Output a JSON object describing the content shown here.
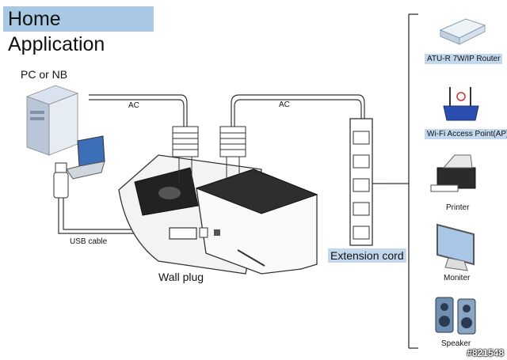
{
  "title": "Home Application",
  "source": {
    "label": "PC or NB"
  },
  "cables": {
    "ac_left": "AC",
    "ac_right": "AC",
    "usb": "USB cable"
  },
  "center": {
    "wall_plug": "Wall plug",
    "extension_cord": "Extension cord"
  },
  "devices": [
    {
      "label": "ATU-R 7W/IP Router",
      "icon": "router-icon"
    },
    {
      "label": "Wi-Fi Access Point(AP)",
      "icon": "access-point-icon"
    },
    {
      "label": "Printer",
      "icon": "printer-icon"
    },
    {
      "label": "Moniter",
      "icon": "monitor-icon"
    },
    {
      "label": "Speaker",
      "icon": "speaker-icon"
    }
  ],
  "watermark": "#821548"
}
